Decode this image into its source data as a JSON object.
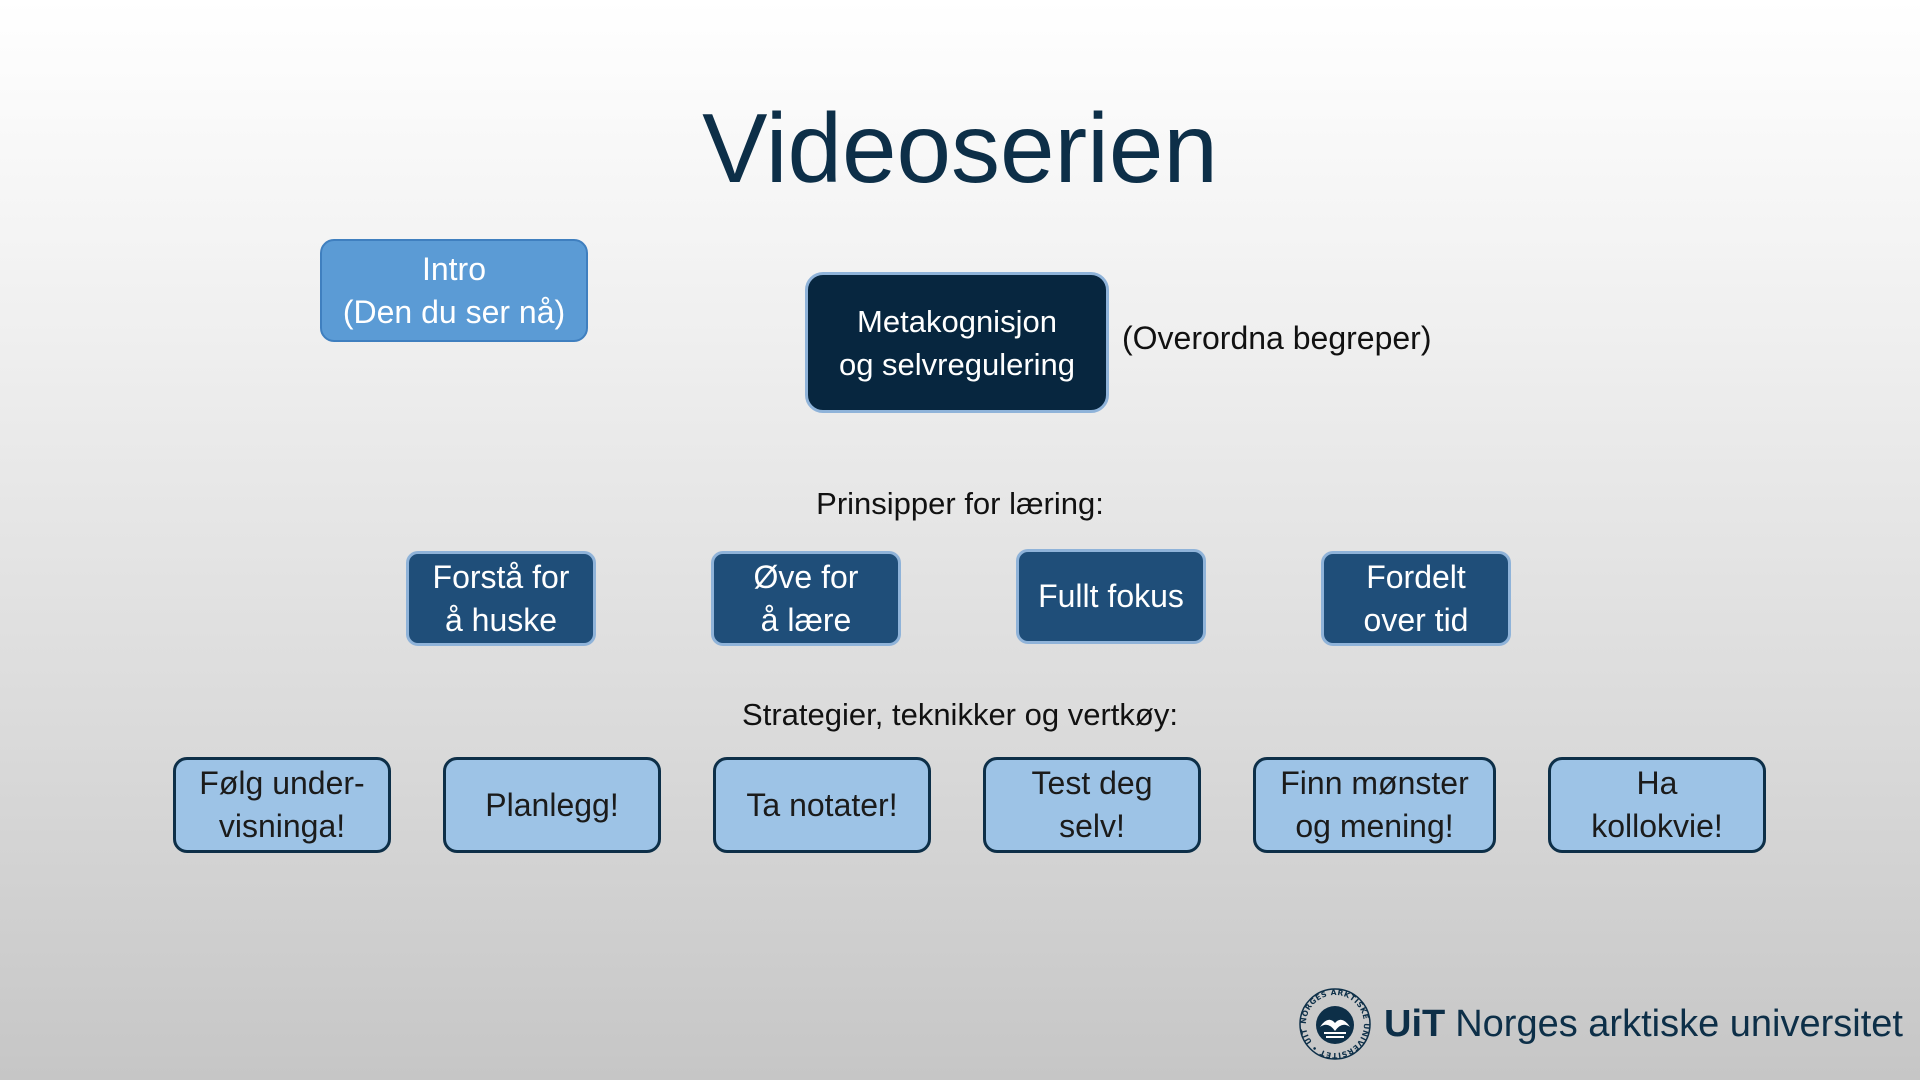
{
  "title": "Videoserien",
  "intro_box": "Intro\n(Den du ser nå)",
  "main_box": "Metakognisjon\nog selvregulering",
  "main_note": "(Overordna begreper)",
  "principles_label": "Prinsipper for læring:",
  "principles": [
    "Forstå for\nå huske",
    "Øve for\nå lære",
    "Fullt fokus",
    "Fordelt\nover tid"
  ],
  "strategies_label": "Strategier, teknikker og vertkøy:",
  "strategies": [
    "Følg under-\nvisninga!",
    "Planlegg!",
    "Ta notater!",
    "Test deg\nselv!",
    "Finn mønster\nog mening!",
    "Ha\nkollokvie!"
  ],
  "logo": {
    "short": "UiT",
    "full": "Norges arktiske universitet",
    "seal_text": "NORGES ARKTISKE UNIVERSITET • UIT •"
  },
  "colors": {
    "title": "#0d2f48",
    "intro": "#5b9bd5",
    "main": "#07263f",
    "principle": "#1f4e79",
    "strategy": "#9dc3e6"
  }
}
